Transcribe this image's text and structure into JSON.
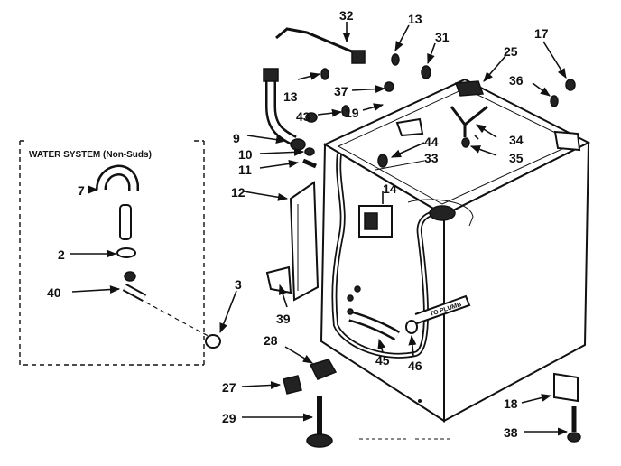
{
  "title": "WATER SYSTEM (Non-Suds)",
  "plumb_label": "TO PLUMB",
  "callouts": [
    {
      "id": "c32",
      "text": "32"
    },
    {
      "id": "c13a",
      "text": "13"
    },
    {
      "id": "c31",
      "text": "31"
    },
    {
      "id": "c17",
      "text": "17"
    },
    {
      "id": "c25",
      "text": "25"
    },
    {
      "id": "c36",
      "text": "36"
    },
    {
      "id": "c13b",
      "text": "13"
    },
    {
      "id": "c37",
      "text": "37"
    },
    {
      "id": "c19",
      "text": "19"
    },
    {
      "id": "c43",
      "text": "43"
    },
    {
      "id": "c9",
      "text": "9"
    },
    {
      "id": "c10",
      "text": "10"
    },
    {
      "id": "c11",
      "text": "11"
    },
    {
      "id": "c44",
      "text": "44"
    },
    {
      "id": "c33",
      "text": "33"
    },
    {
      "id": "c34",
      "text": "34"
    },
    {
      "id": "c35",
      "text": "35"
    },
    {
      "id": "c12",
      "text": "12"
    },
    {
      "id": "c14",
      "text": "14"
    },
    {
      "id": "c7",
      "text": "7"
    },
    {
      "id": "c2",
      "text": "2"
    },
    {
      "id": "c40",
      "text": "40"
    },
    {
      "id": "c3",
      "text": "3"
    },
    {
      "id": "c39",
      "text": "39"
    },
    {
      "id": "c28",
      "text": "28"
    },
    {
      "id": "c45",
      "text": "45"
    },
    {
      "id": "c46",
      "text": "46"
    },
    {
      "id": "c27",
      "text": "27"
    },
    {
      "id": "c18",
      "text": "18"
    },
    {
      "id": "c29",
      "text": "29"
    },
    {
      "id": "c38",
      "text": "38"
    }
  ]
}
